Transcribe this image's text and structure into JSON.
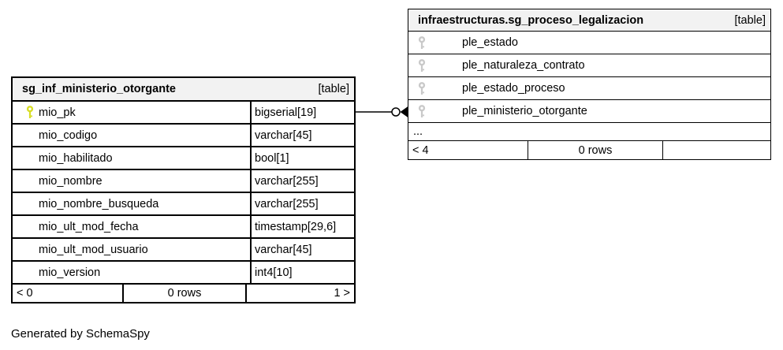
{
  "note": "Generated by SchemaSpy",
  "colors": {
    "header_bg": "#f2f2f2",
    "border": "#000000",
    "primary_key": "#d8de26",
    "foreign_key": "#c9c9c9"
  },
  "relationship": {
    "from_column": "mio_pk",
    "to_column": "ple_ministerio_otorgante",
    "notation": "open-circle-with-filled-arrowhead"
  },
  "tables": [
    {
      "title": "sg_inf_ministerio_otorgante",
      "tag": "[table]",
      "columns": [
        {
          "name": "mio_pk",
          "type": "bigserial[19]",
          "icon": "primary-key-icon"
        },
        {
          "name": "mio_codigo",
          "type": "varchar[45]"
        },
        {
          "name": "mio_habilitado",
          "type": "bool[1]"
        },
        {
          "name": "mio_nombre",
          "type": "varchar[255]"
        },
        {
          "name": "mio_nombre_busqueda",
          "type": "varchar[255]"
        },
        {
          "name": "mio_ult_mod_fecha",
          "type": "timestamp[29,6]"
        },
        {
          "name": "mio_ult_mod_usuario",
          "type": "varchar[45]"
        },
        {
          "name": "mio_version",
          "type": "int4[10]"
        }
      ],
      "footer": {
        "left": "< 0",
        "center": "0 rows",
        "right": "1 >"
      }
    },
    {
      "title": "infraestructuras.sg_proceso_legalizacion",
      "tag": "[table]",
      "columns": [
        {
          "name": "ple_estado",
          "icon": "foreign-key-icon"
        },
        {
          "name": "ple_naturaleza_contrato",
          "icon": "foreign-key-icon"
        },
        {
          "name": "ple_estado_proceso",
          "icon": "foreign-key-icon"
        },
        {
          "name": "ple_ministerio_otorgante",
          "icon": "foreign-key-icon"
        }
      ],
      "ellipsis": "...",
      "footer": {
        "left": "< 4",
        "center": "0 rows",
        "right": ""
      }
    }
  ]
}
